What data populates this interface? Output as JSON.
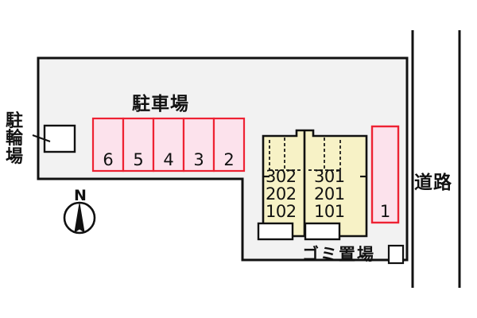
{
  "plan": {
    "title_parking_lot": "駐車場",
    "label_bicycle_parking": "駐輪場",
    "label_road": "道路",
    "label_garbage_area": "ゴミ置場",
    "compass_label": "N",
    "compass_icon": "compass-north-icon"
  },
  "colors": {
    "site_fill": "#f2f2f2",
    "site_stroke": "#111111",
    "stall_fill": "#fce2ec",
    "stall_stroke": "#ee2233",
    "building_fill": "#f7f2c6",
    "building_stroke": "#111111",
    "box_fill": "#ffffff",
    "road_stroke": "#111111",
    "text": "#111111"
  },
  "parking_stalls": [
    {
      "id": "6",
      "label": "6"
    },
    {
      "id": "5",
      "label": "5"
    },
    {
      "id": "4",
      "label": "4"
    },
    {
      "id": "3",
      "label": "3"
    },
    {
      "id": "2",
      "label": "2"
    }
  ],
  "parking_stall_road_side": {
    "id": "1",
    "label": "1"
  },
  "building": {
    "rooms_left_column": [
      "302",
      "202",
      "102"
    ],
    "rooms_right_column": [
      "301",
      "201",
      "101"
    ]
  }
}
